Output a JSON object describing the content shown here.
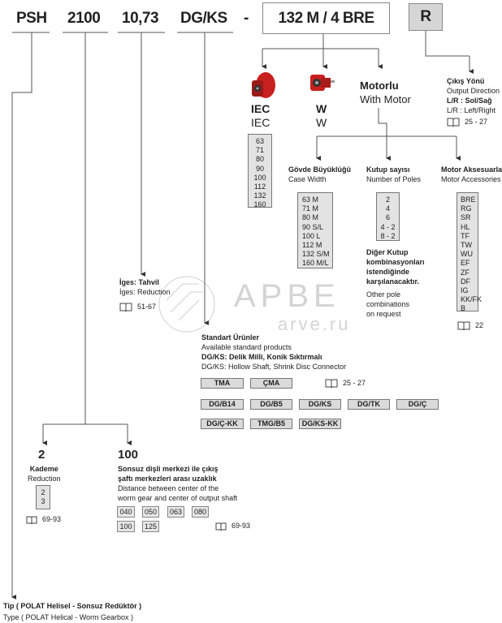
{
  "code": {
    "type": "PSH",
    "size": "2100",
    "ratio": "10,73",
    "output": "DG/KS",
    "dash": "-",
    "motor": "132 M / 4 BRE",
    "direction": "R"
  },
  "adapters": {
    "iec": {
      "title": "IEC",
      "sub": "IEC",
      "sizes": [
        "63",
        "71",
        "80",
        "90",
        "100",
        "112",
        "132",
        "160"
      ]
    },
    "w": {
      "title": "W",
      "sub": "W"
    },
    "motor": {
      "title": "Motorlu",
      "sub": "With Motor"
    }
  },
  "output_direction": {
    "title": "Çıkış Yönü",
    "sub": "Output Direction",
    "opt_tr": "L/R : Sol/Sağ",
    "opt_en": "L/R : Left/Right",
    "pages": "25 - 27"
  },
  "case_width": {
    "title": "Gövde Büyüklüğü",
    "sub": "Case Width",
    "items": [
      "63 M",
      "71 M",
      "80 M",
      "90 S/L",
      "100 L",
      "112 M",
      "132 S/M",
      "160 M/L"
    ]
  },
  "poles": {
    "title": "Kutup sayısı",
    "sub": "Number of Poles",
    "items": [
      "2",
      "4",
      "6",
      "4 - 2",
      "8 - 2"
    ],
    "note_tr": [
      "Diğer Kutup",
      "kombinasyonları",
      "istendiğinde",
      "karşılanacaktır."
    ],
    "note_en": [
      "Other pole",
      "combinations",
      "on request"
    ]
  },
  "accessories": {
    "title": "Motor Aksesuarları",
    "sub": "Motor Accessories",
    "items": [
      "BRE",
      "RG",
      "SR",
      "HL",
      "TF",
      "TW",
      "WU",
      "EF",
      "ZF",
      "DF",
      "IG",
      "KK/FK",
      "B"
    ],
    "pages": "22"
  },
  "ratio": {
    "title": "İges: Tahvil",
    "sub": "İges: Reduction",
    "pages": "51-67"
  },
  "standard": {
    "title": "Standart Ürünler",
    "sub": "Available standard products",
    "def_tr": "DG/KS: Delik Milli, Konik Sıktırmalı",
    "def_en": "DG/KS: Hollow Shaft, Shrink Disc Connector",
    "row1": [
      "TMA",
      "ÇMA"
    ],
    "pages": "25 - 27",
    "row2": [
      "DG/B14",
      "DG/B5",
      "DG/KS",
      "DG/TK",
      "DG/Ç"
    ],
    "row3": [
      "DG/Ç-KK",
      "TMG/B5",
      "DG/KS-KK"
    ]
  },
  "stages": {
    "value": "2",
    "title": "Kademe",
    "sub": "Reduction",
    "items": [
      "2",
      "3"
    ],
    "pages": "69-93"
  },
  "center": {
    "value": "100",
    "title_tr": [
      "Sonsuz dişli merkezi ile çıkış",
      "şaftı merkezleri arası uzaklık"
    ],
    "title_en": [
      "Distance between center of the",
      "worm gear and center of output shaft"
    ],
    "row1": [
      "040",
      "050",
      "063",
      "080"
    ],
    "row2": [
      "100",
      "125"
    ],
    "pages": "69-93"
  },
  "type": {
    "title_tr": "Tip   ( POLAT Helisel - Sonsuz Redüktör )",
    "title_en": "Type ( POLAT Helical - Worm Gearbox )"
  },
  "watermark": {
    "brand": "APBE",
    "site": "arve.ru"
  }
}
